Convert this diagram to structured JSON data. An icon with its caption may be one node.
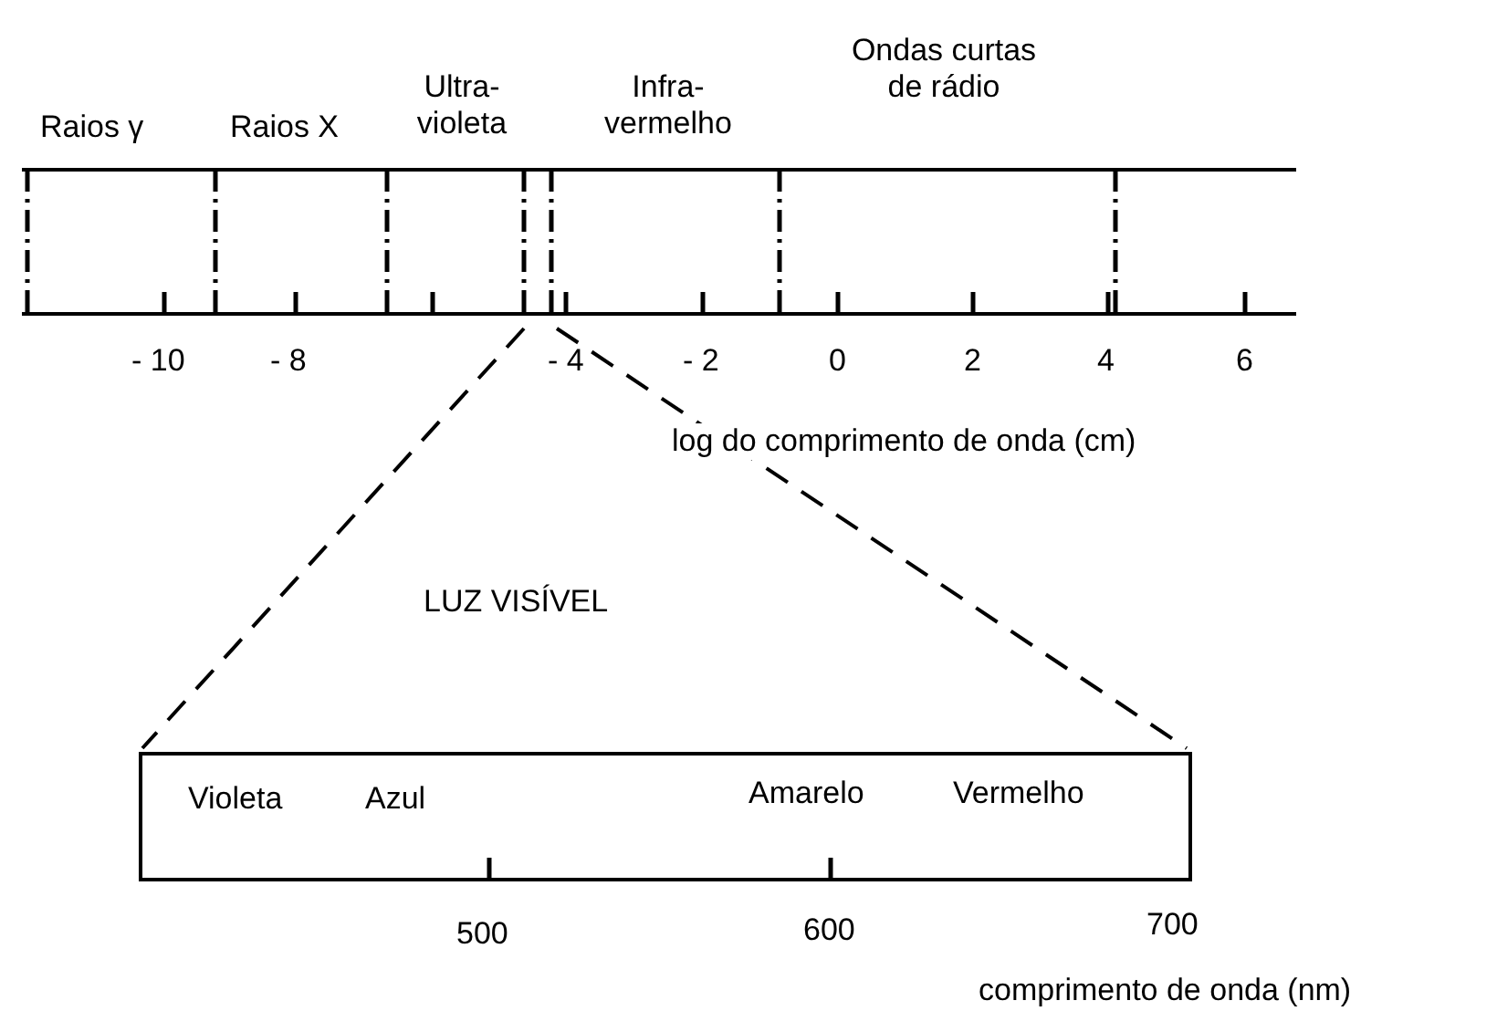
{
  "diagram": {
    "labels": [
      "Raios γ",
      "Raios X",
      "Ultra- violeta",
      "Infra- vermelho",
      "Ondas curtas de rádio",
      "- 10",
      "- 8",
      "- 4",
      "- 2",
      "0",
      "2",
      "4",
      "6",
      "log do comprimento de onda (cm)",
      "LUZ VISÍVEL",
      "Violeta",
      "Azul",
      "Amarelo",
      "Vermelho",
      "500",
      "600",
      "700",
      "comprimento de onda (nm)"
    ]
  }
}
